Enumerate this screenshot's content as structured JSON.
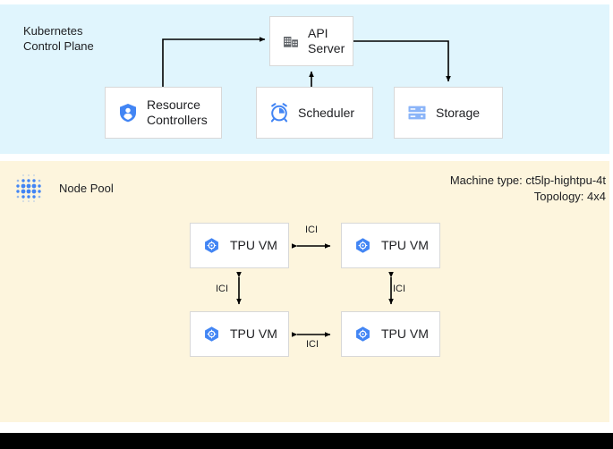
{
  "control_plane": {
    "title": "Kubernetes\nControl Plane",
    "background_color": "#e0f5fd",
    "boxes": [
      {
        "id": "api-server",
        "label": "API\nServer",
        "icon": "building-icon"
      },
      {
        "id": "resource-controllers",
        "label": "Resource\nControllers",
        "icon": "shield-user-icon"
      },
      {
        "id": "scheduler",
        "label": "Scheduler",
        "icon": "alarm-clock-icon"
      },
      {
        "id": "storage",
        "label": "Storage",
        "icon": "server-storage-icon"
      }
    ],
    "connections": [
      {
        "from": "resource-controllers",
        "to": "api-server",
        "direction": "one-way"
      },
      {
        "from": "scheduler",
        "to": "api-server",
        "direction": "one-way"
      },
      {
        "from": "api-server",
        "to": "storage",
        "direction": "one-way"
      }
    ]
  },
  "node_pool": {
    "label": "Node Pool",
    "icon": "dot-grid-icon",
    "background_color": "#fdf5dd",
    "machine_type": "Machine type: ct5lp-hightpu-4t",
    "topology": "Topology: 4x4",
    "vms": [
      {
        "id": "tpu-vm-0",
        "label": "TPU VM",
        "icon": "tpu-hexagon-icon"
      },
      {
        "id": "tpu-vm-1",
        "label": "TPU VM",
        "icon": "tpu-hexagon-icon"
      },
      {
        "id": "tpu-vm-2",
        "label": "TPU VM",
        "icon": "tpu-hexagon-icon"
      },
      {
        "id": "tpu-vm-3",
        "label": "TPU VM",
        "icon": "tpu-hexagon-icon"
      }
    ],
    "interconnects": [
      {
        "id": "ici-top",
        "label": "ICI",
        "between": [
          "tpu-vm-0",
          "tpu-vm-1"
        ],
        "direction": "two-way",
        "orientation": "horizontal"
      },
      {
        "id": "ici-bottom",
        "label": "ICI",
        "between": [
          "tpu-vm-2",
          "tpu-vm-3"
        ],
        "direction": "two-way",
        "orientation": "horizontal"
      },
      {
        "id": "ici-left",
        "label": "ICI",
        "between": [
          "tpu-vm-0",
          "tpu-vm-2"
        ],
        "direction": "two-way",
        "orientation": "vertical"
      },
      {
        "id": "ici-right",
        "label": "ICI",
        "between": [
          "tpu-vm-1",
          "tpu-vm-3"
        ],
        "direction": "two-way",
        "orientation": "vertical"
      }
    ]
  },
  "colors": {
    "google_blue": "#4285f4",
    "icon_gray": "#5f6368",
    "connector": "#000000",
    "box_border": "#d8d8d8"
  }
}
